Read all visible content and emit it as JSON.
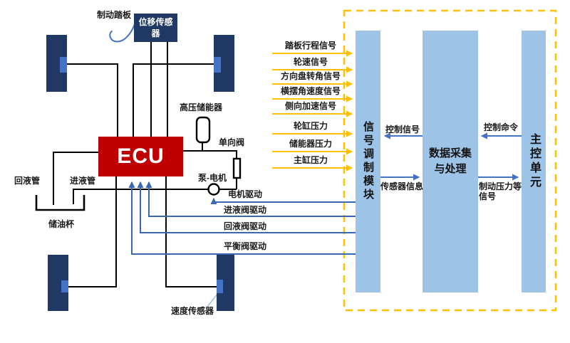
{
  "colors": {
    "navy": "#1F3864",
    "bar": "#9DC3E6",
    "accent": "#4472C4",
    "line": "#3B66B0",
    "yellow": "#FFC000",
    "red": "#C00000",
    "black": "#000000"
  },
  "hydraulic": {
    "brake_pedal": "制动踏板",
    "displacement_sensor": "位移传感器",
    "ecu": "ECU",
    "accumulator": "高压储能器",
    "check_valve": "单向阀",
    "pump_motor": "泵-电机",
    "return_pipe": "回液管",
    "inlet_pipe": "进液管",
    "oil_cup": "储油杯",
    "speed_sensor": "速度传感器"
  },
  "input_signals": [
    "踏板行程信号",
    "轮速信号",
    "方向盘转角信号",
    "横摆角速度信号",
    "侧向加速信号",
    "轮缸压力",
    "储能器压力",
    "主缸压力"
  ],
  "drive_signals": [
    "电机驱动",
    "进液阀驱动",
    "回液阀驱动",
    "平衡阀驱动"
  ],
  "modules": {
    "signal_module": "信号调制模块",
    "data_processing": "数据采集\n与处理",
    "main_control": "主控单元"
  },
  "module_links": {
    "control_signal": "控制信号",
    "control_command": "控制命令",
    "sensor_info": "传感器信息",
    "brake_pressure": "制动压力等\n信号"
  }
}
